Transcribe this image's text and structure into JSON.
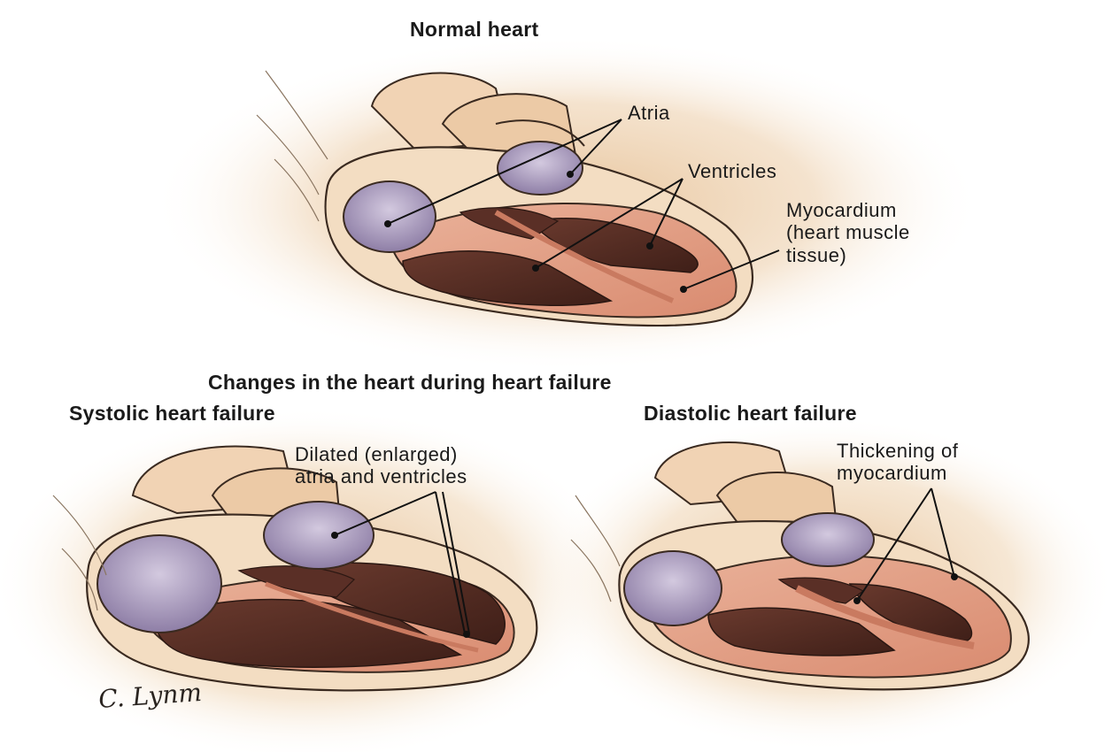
{
  "titles": {
    "normal": "Normal heart",
    "changes": "Changes in the heart during heart failure",
    "systolic": "Systolic heart failure",
    "diastolic": "Diastolic heart failure"
  },
  "callouts": {
    "atria": "Atria",
    "ventricles": "Ventricles",
    "myocardium": [
      "Myocardium",
      "(heart muscle",
      "tissue)"
    ],
    "dilated": [
      "Dilated (enlarged)",
      "atria and ventricles"
    ],
    "thickening": [
      "Thickening of",
      "myocardium"
    ]
  },
  "signature": "C. Lynm",
  "colors": {
    "background_glow": "#e9c9a0",
    "outer_tissue": "#f2dcc0",
    "myocardium": "#e6a187",
    "chamber_dark": "#5a2f26",
    "atrium": "#b7a9c9",
    "outline": "#3a2a20"
  }
}
